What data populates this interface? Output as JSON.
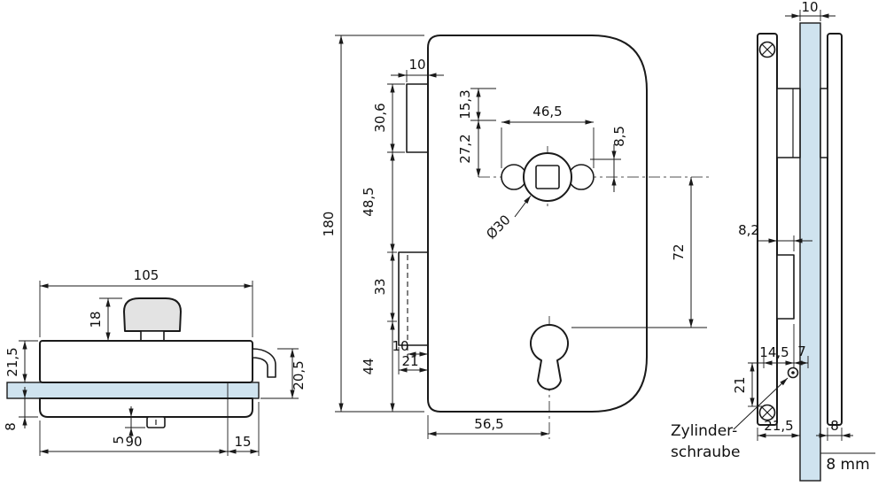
{
  "drawing": {
    "colors": {
      "line": "#1a1a1a",
      "glass": "#cfe3ef",
      "metal": "#e3e3e3"
    },
    "top_view": {
      "w105": "105",
      "h18": "18",
      "h21_5": "21,5",
      "h8": "8",
      "h5": "5",
      "w90": "90",
      "w15": "15",
      "h20_5": "20,5"
    },
    "front_view": {
      "h180": "180",
      "w10_top": "10",
      "h30_6": "30,6",
      "h48_5": "48,5",
      "h33": "33",
      "h44": "44",
      "w10_bottom": "10",
      "w21": "21",
      "h15_3": "15,3",
      "h27_2": "27,2",
      "w46_5": "46,5",
      "h8_5": "8,5",
      "dia30": "Ø30",
      "h72": "72",
      "w56_5": "56,5"
    },
    "side_view": {
      "w10": "10",
      "w8_2": "8,2",
      "w14_5": "14,5",
      "w7": "7",
      "h21": "21",
      "w21_5": "21,5",
      "w8": "8",
      "glass_note": "8 mm",
      "callout_line1": "Zylinder-",
      "callout_line2": "schraube"
    }
  }
}
